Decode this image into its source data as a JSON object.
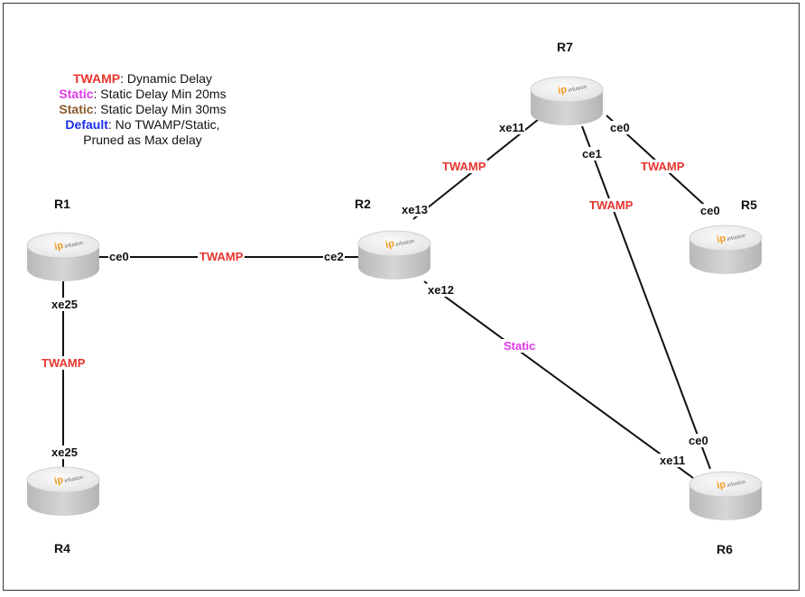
{
  "legend": [
    {
      "key": "TWAMP",
      "text": ": Dynamic Delay",
      "color": "#e8352e"
    },
    {
      "key": "Static",
      "text": ": Static Delay Min 20ms",
      "color": "#e03ae8"
    },
    {
      "key": "Static",
      "text": ": Static Delay Min 30ms",
      "color": "#8a5a2b"
    },
    {
      "key": "Default",
      "text": ": No TWAMP/Static,",
      "color": "#1a2ee8"
    },
    {
      "key": "",
      "text": "Pruned as Max delay",
      "color": "#111111"
    }
  ],
  "routers": [
    {
      "id": "R1",
      "name": "R1",
      "logo": "ip",
      "logo_sub": "infusion"
    },
    {
      "id": "R2",
      "name": "R2",
      "logo": "ip",
      "logo_sub": "infusion"
    },
    {
      "id": "R4",
      "name": "R4",
      "logo": "ip",
      "logo_sub": "infusion"
    },
    {
      "id": "R5",
      "name": "R5",
      "logo": "ip",
      "logo_sub": "infusion"
    },
    {
      "id": "R6",
      "name": "R6",
      "logo": "ip",
      "logo_sub": "infusion"
    },
    {
      "id": "R7",
      "name": "R7",
      "logo": "ip",
      "logo_sub": "infusion"
    }
  ],
  "links": [
    {
      "id": "r1-r2",
      "label": "TWAMP",
      "color": "#e8352e",
      "port_a": "ce0",
      "port_b": "ce2"
    },
    {
      "id": "r1-r4",
      "label": "TWAMP",
      "color": "#e8352e",
      "port_a": "xe25",
      "port_b": "xe25"
    },
    {
      "id": "r2-r7",
      "label": "TWAMP",
      "color": "#e8352e",
      "port_a": "xe13",
      "port_b": "xe11"
    },
    {
      "id": "r7-r5",
      "label": "TWAMP",
      "color": "#e8352e",
      "port_a": "ce0",
      "port_b": "ce0"
    },
    {
      "id": "r7-r6",
      "label": "TWAMP",
      "color": "#e8352e",
      "port_a": "ce1",
      "port_b": "ce0"
    },
    {
      "id": "r2-r6",
      "label": "Static",
      "color": "#e03ae8",
      "port_a": "xe12",
      "port_b": "xe11"
    }
  ],
  "colors": {
    "router_top": "#f4f4f4",
    "router_side": "#c8c8c8",
    "logo_orange": "#f29a1f",
    "line": "#111111"
  }
}
